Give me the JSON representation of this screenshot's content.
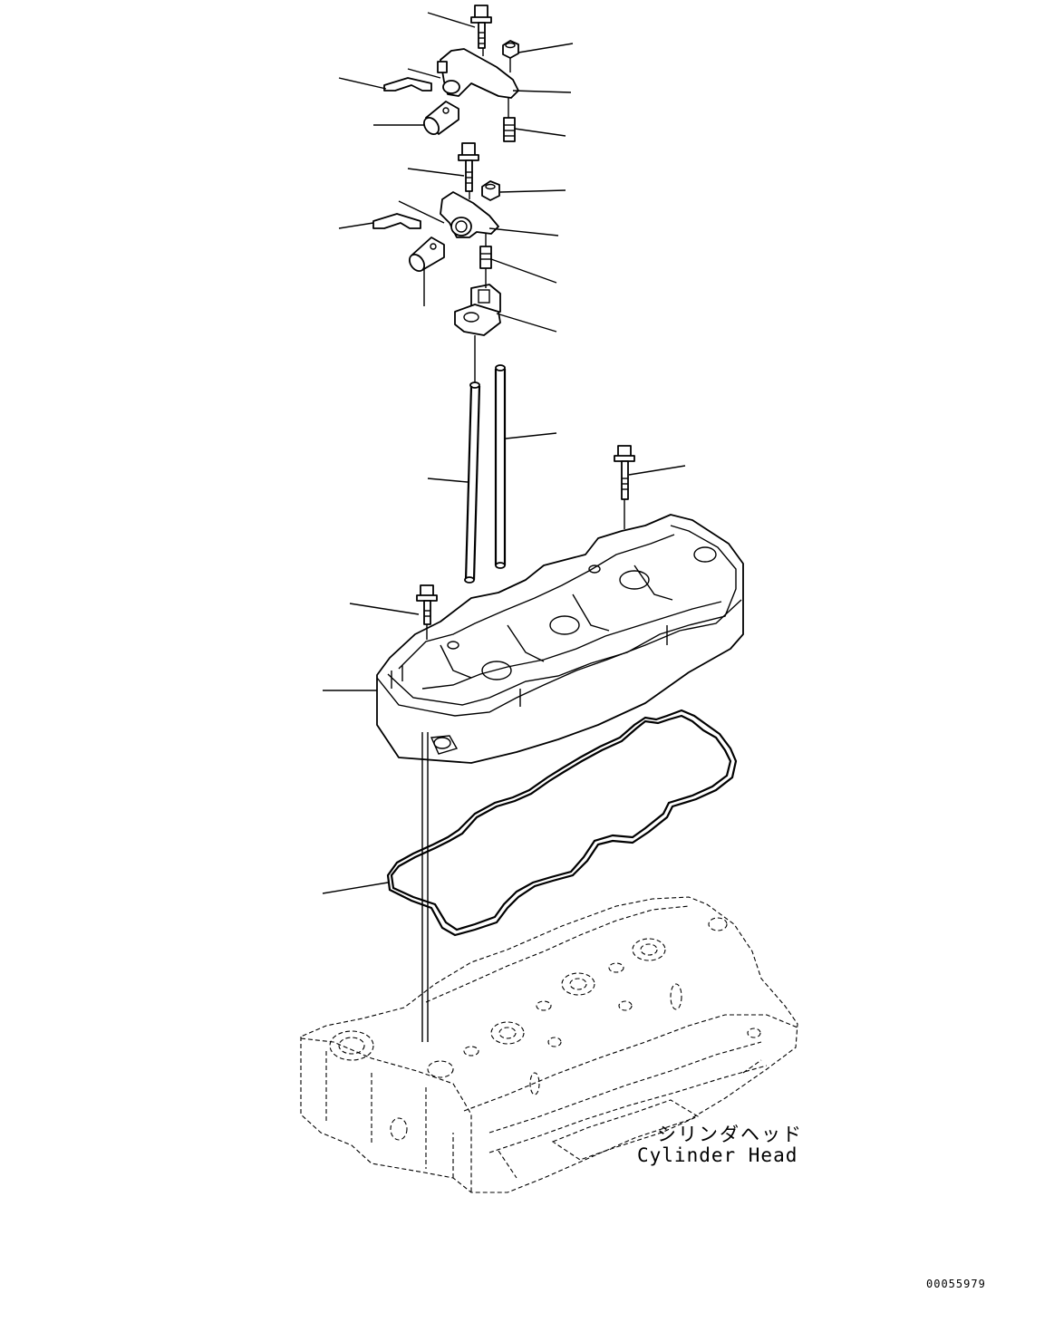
{
  "diagram": {
    "labels": {
      "cylinder_head_jp": "シリンダヘッド",
      "cylinder_head_en": "Cylinder Head"
    },
    "drawing_id": "00055979"
  }
}
